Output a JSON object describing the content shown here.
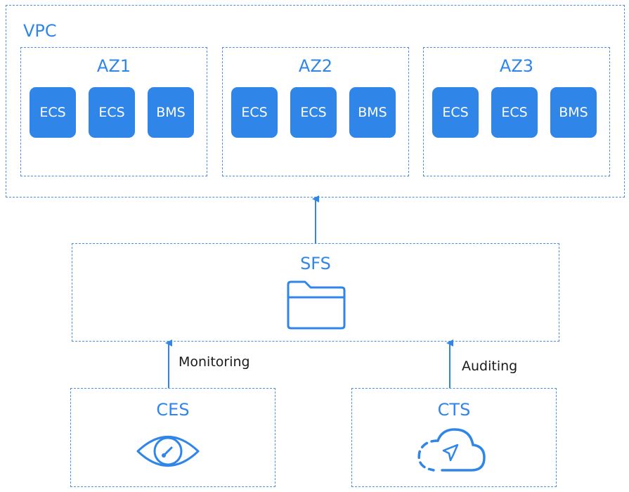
{
  "vpc": {
    "label": "VPC"
  },
  "zones": [
    {
      "title": "AZ1",
      "nodes": [
        "ECS",
        "ECS",
        "BMS"
      ]
    },
    {
      "title": "AZ2",
      "nodes": [
        "ECS",
        "ECS",
        "BMS"
      ]
    },
    {
      "title": "AZ3",
      "nodes": [
        "ECS",
        "ECS",
        "BMS"
      ]
    }
  ],
  "sfs": {
    "label": "SFS",
    "icon": "folder-icon"
  },
  "ces": {
    "label": "CES",
    "icon": "eye-gauge-icon"
  },
  "cts": {
    "label": "CTS",
    "icon": "cloud-send-icon"
  },
  "edges": {
    "monitoring": "Monitoring",
    "auditing": "Auditing"
  },
  "colors": {
    "accent": "#2f86e8",
    "border": "#4a90e2",
    "text": "#1a1a1a"
  }
}
